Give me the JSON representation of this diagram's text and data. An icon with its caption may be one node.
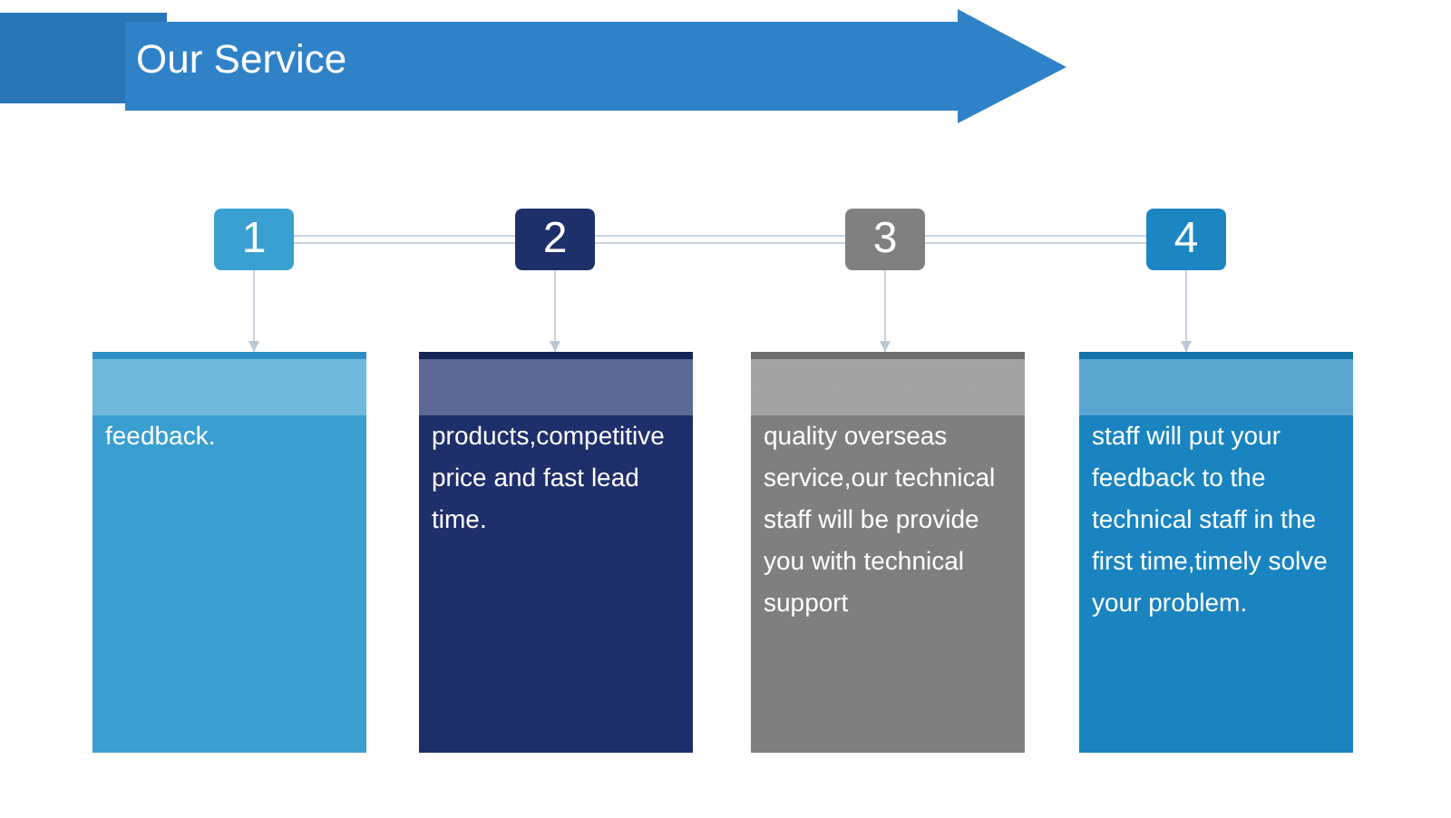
{
  "diagram": {
    "title": "Our Service",
    "nodes": [
      {
        "text": [
          "1"
        ]
      },
      {
        "text": [
          "2"
        ]
      },
      {
        "text": [
          "3"
        ]
      },
      {
        "text": [
          "4"
        ]
      },
      {
        "text": [
          "feedback."
        ]
      },
      {
        "text": [
          "products,competitive price and fast lead time."
        ]
      },
      {
        "text": [
          "quality overseas service,our technical staff will be provide you with technical support"
        ]
      },
      {
        "text": [
          "staff will put your feedback to the technical staff in the first time,timely solve your problem."
        ]
      }
    ],
    "edges": [
      {
        "from": 0,
        "to": 1,
        "arrow": "none"
      },
      {
        "from": 1,
        "to": 2,
        "arrow": "none"
      },
      {
        "from": 2,
        "to": 3,
        "arrow": "none"
      },
      {
        "from": 0,
        "to": 4,
        "arrow": "to"
      },
      {
        "from": 1,
        "to": 5,
        "arrow": "to"
      },
      {
        "from": 2,
        "to": 6,
        "arrow": "to"
      },
      {
        "from": 3,
        "to": 7,
        "arrow": "to"
      }
    ]
  }
}
